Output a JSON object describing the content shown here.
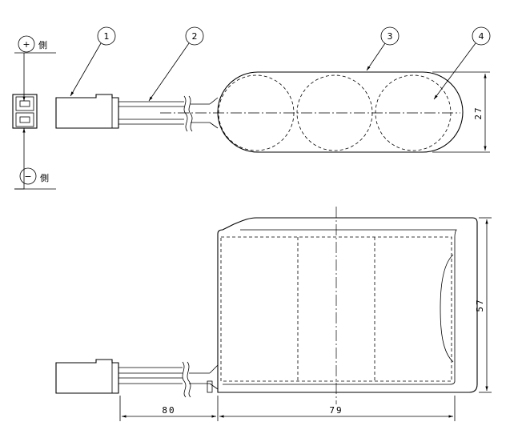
{
  "callouts": [
    {
      "id": "callout-1",
      "label": "1"
    },
    {
      "id": "callout-2",
      "label": "2"
    },
    {
      "id": "callout-3",
      "label": "3"
    },
    {
      "id": "callout-4",
      "label": "4"
    }
  ],
  "polarity": {
    "plus_symbol": "+",
    "minus_symbol": "−",
    "side_char": "側"
  },
  "dimensions": {
    "height_top": "27",
    "height_bottom": "57",
    "lead_length": "80",
    "body_width": "79"
  }
}
